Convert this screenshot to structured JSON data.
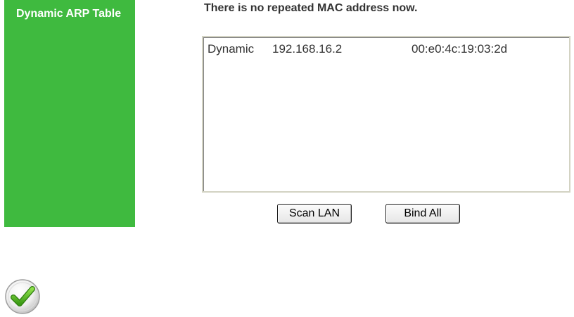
{
  "sidebar": {
    "title": "Dynamic ARP Table"
  },
  "status": {
    "message": "There is no repeated MAC address now."
  },
  "arp_table": {
    "rows": [
      {
        "type": "Dynamic",
        "ip": "192.168.16.2",
        "mac": "00:e0:4c:19:03:2d"
      }
    ]
  },
  "actions": {
    "scan_label": "Scan LAN",
    "bind_label": "Bind All"
  },
  "icons": {
    "confirm": "checkmark-icon"
  },
  "colors": {
    "sidebar_bg": "#3fba3f",
    "text": "#333333",
    "check_green": "#4caf1e"
  }
}
